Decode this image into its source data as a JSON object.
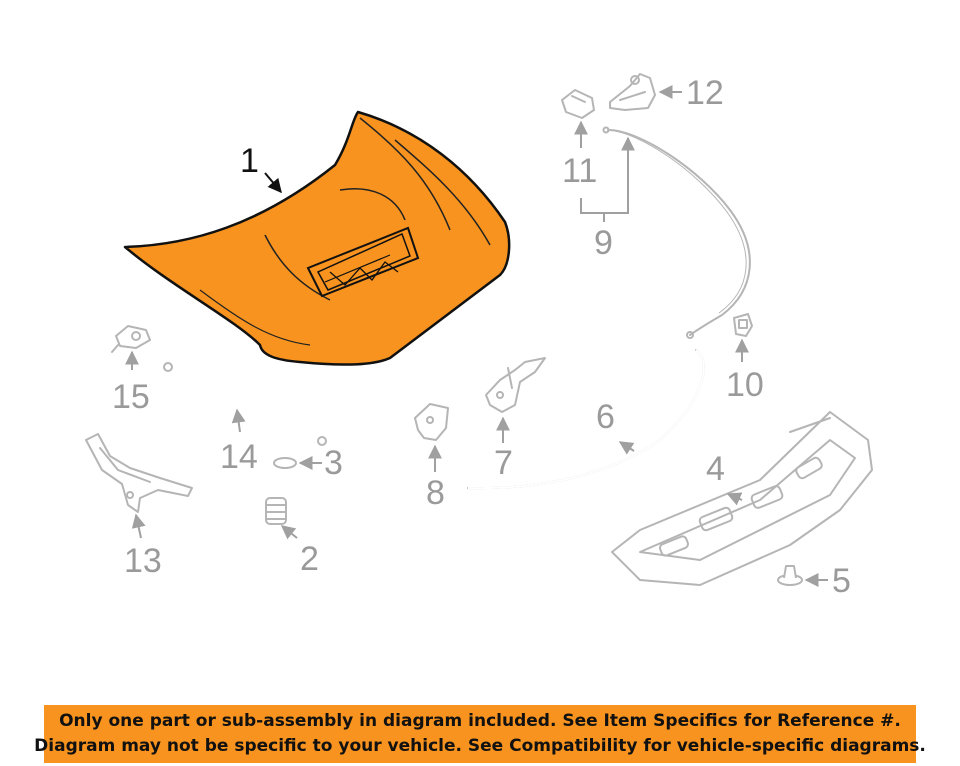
{
  "diagram": {
    "part_numbers": [
      "1",
      "2",
      "3",
      "4",
      "5",
      "6",
      "7",
      "8",
      "9",
      "10",
      "11",
      "12",
      "13",
      "14",
      "15"
    ],
    "highlight_color": "#f7931e",
    "highlighted_part": "1"
  },
  "banner": {
    "line1": "Only one part or sub-assembly in diagram included. See Item Specifics for Reference #.",
    "line2": "Diagram may not be specific to your vehicle. See Compatibility for vehicle-specific diagrams."
  }
}
